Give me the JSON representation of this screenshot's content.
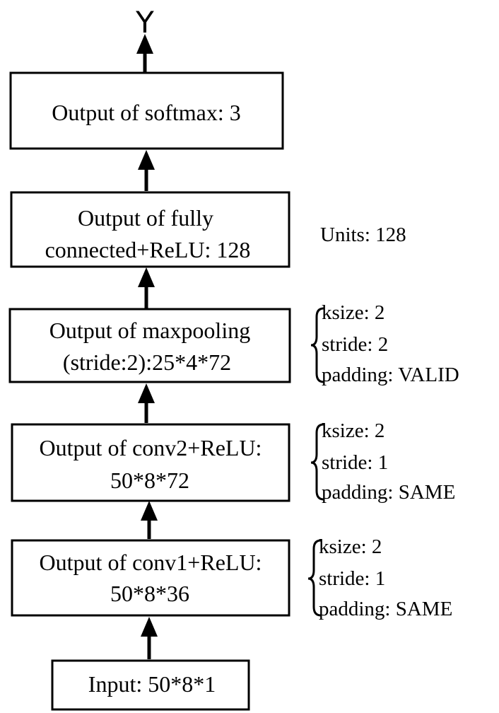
{
  "output_label": "Y",
  "boxes": {
    "softmax": {
      "line1": "Output of softmax: 3"
    },
    "fc": {
      "line1": "Output of fully",
      "line2": "connected+ReLU: 128"
    },
    "maxpool": {
      "line1": "Output of maxpooling",
      "line2": "(stride:2):25*4*72"
    },
    "conv2": {
      "line1": "Output of conv2+ReLU:",
      "line2": "50*8*72"
    },
    "conv1": {
      "line1": "Output of conv1+ReLU:",
      "line2": "50*8*36"
    },
    "input": {
      "line1": "Input: 50*8*1"
    }
  },
  "annotations": {
    "fc": {
      "units": "Units: 128"
    },
    "maxpool": {
      "ksize": "ksize: 2",
      "stride": "stride: 2",
      "padding": "padding: VALID"
    },
    "conv2": {
      "ksize": "ksize: 2",
      "stride": "stride: 1",
      "padding": "padding: SAME"
    },
    "conv1": {
      "ksize": "ksize: 2",
      "stride": "stride: 1",
      "padding": "padding: SAME"
    }
  }
}
